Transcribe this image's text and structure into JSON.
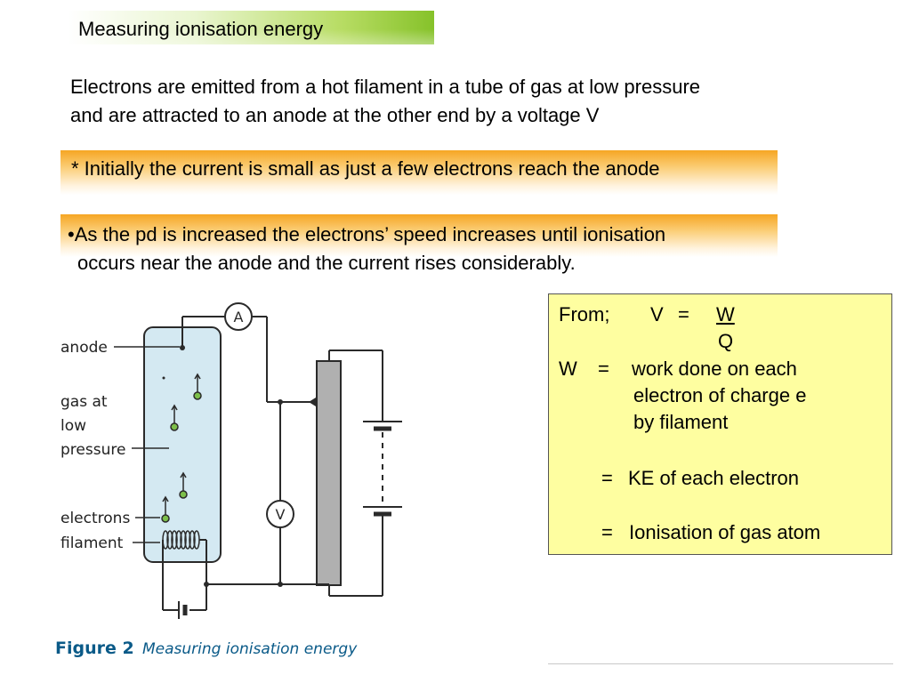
{
  "title": "Measuring ionisation energy",
  "intro": {
    "line1": "Electrons are emitted from a hot filament in a tube of gas at low pressure",
    "line2": "and are attracted to an anode at the other end by a voltage V"
  },
  "point1": "* Initially the current is small as just a few electrons reach the anode",
  "point2": {
    "line1": "•As the pd is increased the electrons’ speed increases until ionisation",
    "line2": "occurs near the anode and the current rises considerably."
  },
  "figure": {
    "labels": {
      "anode": "anode",
      "gas1": "gas at",
      "gas2": "low",
      "gas3": "pressure",
      "electrons": "electrons",
      "filament": "filament",
      "ammeter": "A",
      "voltmeter": "V"
    },
    "caption_label": "Figure 2",
    "caption_text": "Measuring ionisation energy"
  },
  "from_box": {
    "from": "From;",
    "v": "V",
    "eq1": "=",
    "w": "W",
    "q": "Q",
    "w_label": "W",
    "eq2": "=",
    "def1": "work done on each",
    "def2": "electron of charge e",
    "def3": "by filament",
    "eq3": "=",
    "ke": "KE of each electron",
    "eq4": "=",
    "ion": "Ionisation of gas atom"
  },
  "colors": {
    "title_green": "#86c22a",
    "highlight_orange": "#f6a623",
    "box_yellow": "#fefea0",
    "tube_blue": "#d4e9f2",
    "caption_blue": "#0a5a88"
  }
}
